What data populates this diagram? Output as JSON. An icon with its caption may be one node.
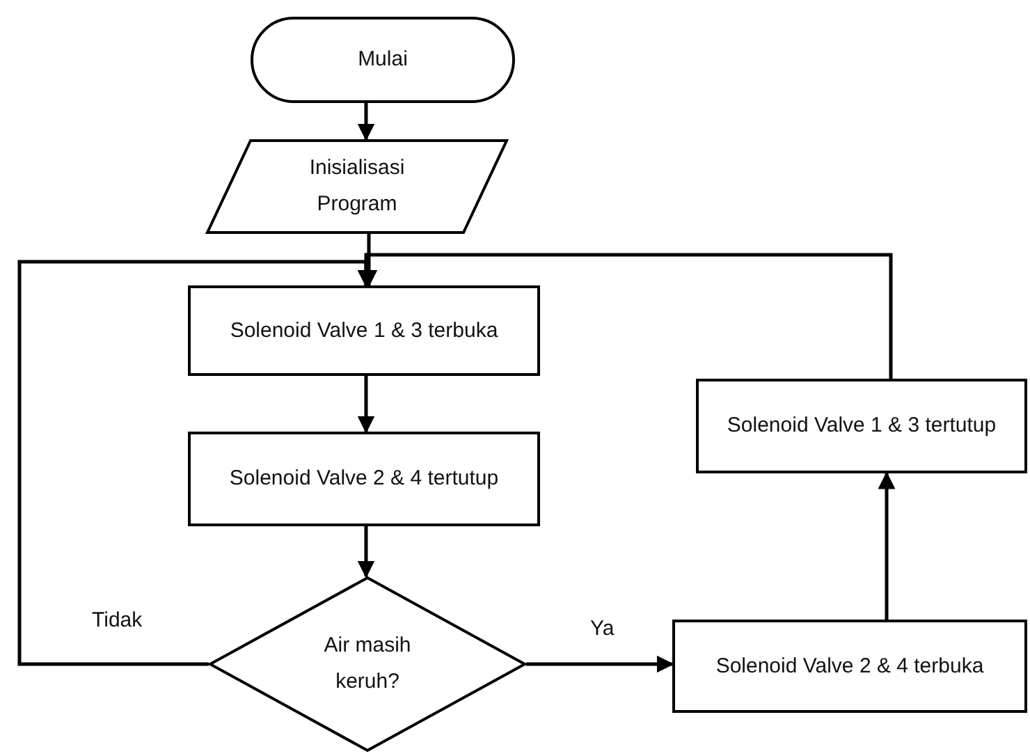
{
  "diagram": {
    "nodes": [
      {
        "text": [
          "Mulai"
        ]
      },
      {
        "text": [
          "Inisialisasi Program"
        ]
      },
      {
        "text": [
          "Solenoid Valve 1 & 3 terbuka"
        ]
      },
      {
        "text": [
          "Solenoid Valve 2 & 4 tertutup"
        ]
      },
      {
        "text": [
          "Air masih keruh?"
        ]
      },
      {
        "text": [
          "Solenoid Valve 2 & 4 terbuka"
        ]
      },
      {
        "text": [
          "Solenoid Valve 1 & 3 tertutup"
        ]
      }
    ],
    "edges": [
      {
        "from": 0,
        "to": 1,
        "arrow": "to"
      },
      {
        "from": 1,
        "to": 2,
        "arrow": "to"
      },
      {
        "from": 2,
        "to": 3,
        "arrow": "to"
      },
      {
        "from": 3,
        "to": 4,
        "arrow": "to"
      },
      {
        "from": 4,
        "to": 5,
        "arrow": "to",
        "label": "Ya"
      },
      {
        "from": 5,
        "to": 6,
        "arrow": "to"
      },
      {
        "from": 6,
        "to": 2,
        "arrow": "to"
      },
      {
        "from": 4,
        "to": 2,
        "arrow": "to",
        "label": "Tidak"
      }
    ]
  }
}
